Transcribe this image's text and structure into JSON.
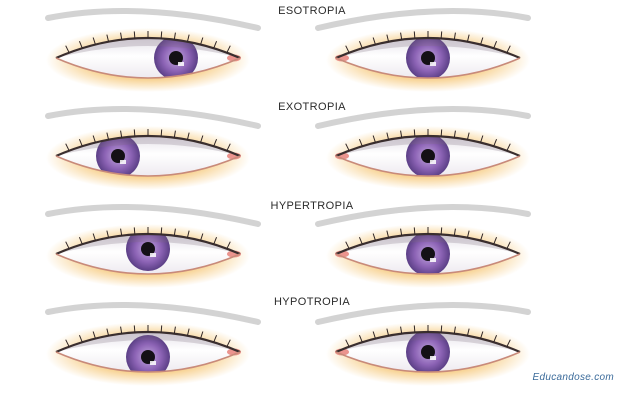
{
  "watermark": "Educandose.com",
  "colors": {
    "iris": "#8c63b5",
    "sclera": "#ffffff",
    "skin_glow": "#f6ca7e",
    "brow": "#c8c8c8",
    "caruncle": "#e8817a"
  },
  "rows": [
    {
      "title": "ESOTROPIA",
      "deviation": "inward",
      "left_iris_dx": 28,
      "left_iris_dy": 0
    },
    {
      "title": "EXOTROPIA",
      "deviation": "outward",
      "left_iris_dx": -30,
      "left_iris_dy": 0
    },
    {
      "title": "HYPERTROPIA",
      "deviation": "upward",
      "left_iris_dx": 0,
      "left_iris_dy": -5
    },
    {
      "title": "HYPOTROPIA",
      "deviation": "downward",
      "left_iris_dx": 0,
      "left_iris_dy": 5
    }
  ]
}
